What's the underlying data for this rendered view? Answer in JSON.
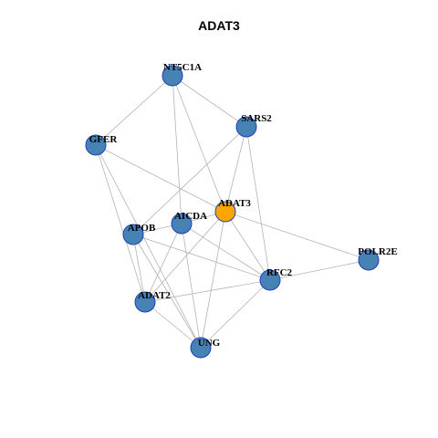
{
  "title": "ADAT3",
  "colors": {
    "node_default": "#4682b4",
    "node_highlight": "#ffa500",
    "node_border": "#1f3fbf",
    "edge": "#b3b3b3"
  },
  "nodes": [
    {
      "id": "ADAT3",
      "label": "ADAT3",
      "highlight": true
    },
    {
      "id": "NT5C1A",
      "label": "NT5C1A",
      "highlight": false
    },
    {
      "id": "SARS2",
      "label": "SARS2",
      "highlight": false
    },
    {
      "id": "GFER",
      "label": "GFER",
      "highlight": false
    },
    {
      "id": "AICDA",
      "label": "AICDA",
      "highlight": false
    },
    {
      "id": "APOB",
      "label": "APOB",
      "highlight": false
    },
    {
      "id": "POLR2E",
      "label": "POLR2E",
      "highlight": false
    },
    {
      "id": "RFC2",
      "label": "RFC2",
      "highlight": false
    },
    {
      "id": "ADAT2",
      "label": "ADAT2",
      "highlight": false
    },
    {
      "id": "UNG",
      "label": "UNG",
      "highlight": false
    }
  ],
  "edges": [
    [
      "NT5C1A",
      "GFER"
    ],
    [
      "NT5C1A",
      "SARS2"
    ],
    [
      "NT5C1A",
      "ADAT3"
    ],
    [
      "NT5C1A",
      "AICDA"
    ],
    [
      "SARS2",
      "APOB"
    ],
    [
      "SARS2",
      "ADAT3"
    ],
    [
      "SARS2",
      "RFC2"
    ],
    [
      "GFER",
      "ADAT3"
    ],
    [
      "GFER",
      "ADAT2"
    ],
    [
      "GFER",
      "UNG"
    ],
    [
      "ADAT3",
      "AICDA"
    ],
    [
      "ADAT3",
      "POLR2E"
    ],
    [
      "ADAT3",
      "RFC2"
    ],
    [
      "ADAT3",
      "ADAT2"
    ],
    [
      "ADAT3",
      "UNG"
    ],
    [
      "AICDA",
      "APOB"
    ],
    [
      "AICDA",
      "ADAT2"
    ],
    [
      "AICDA",
      "RFC2"
    ],
    [
      "AICDA",
      "UNG"
    ],
    [
      "APOB",
      "ADAT2"
    ],
    [
      "APOB",
      "UNG"
    ],
    [
      "APOB",
      "RFC2"
    ],
    [
      "POLR2E",
      "RFC2"
    ],
    [
      "RFC2",
      "ADAT2"
    ],
    [
      "RFC2",
      "UNG"
    ],
    [
      "ADAT2",
      "UNG"
    ]
  ]
}
